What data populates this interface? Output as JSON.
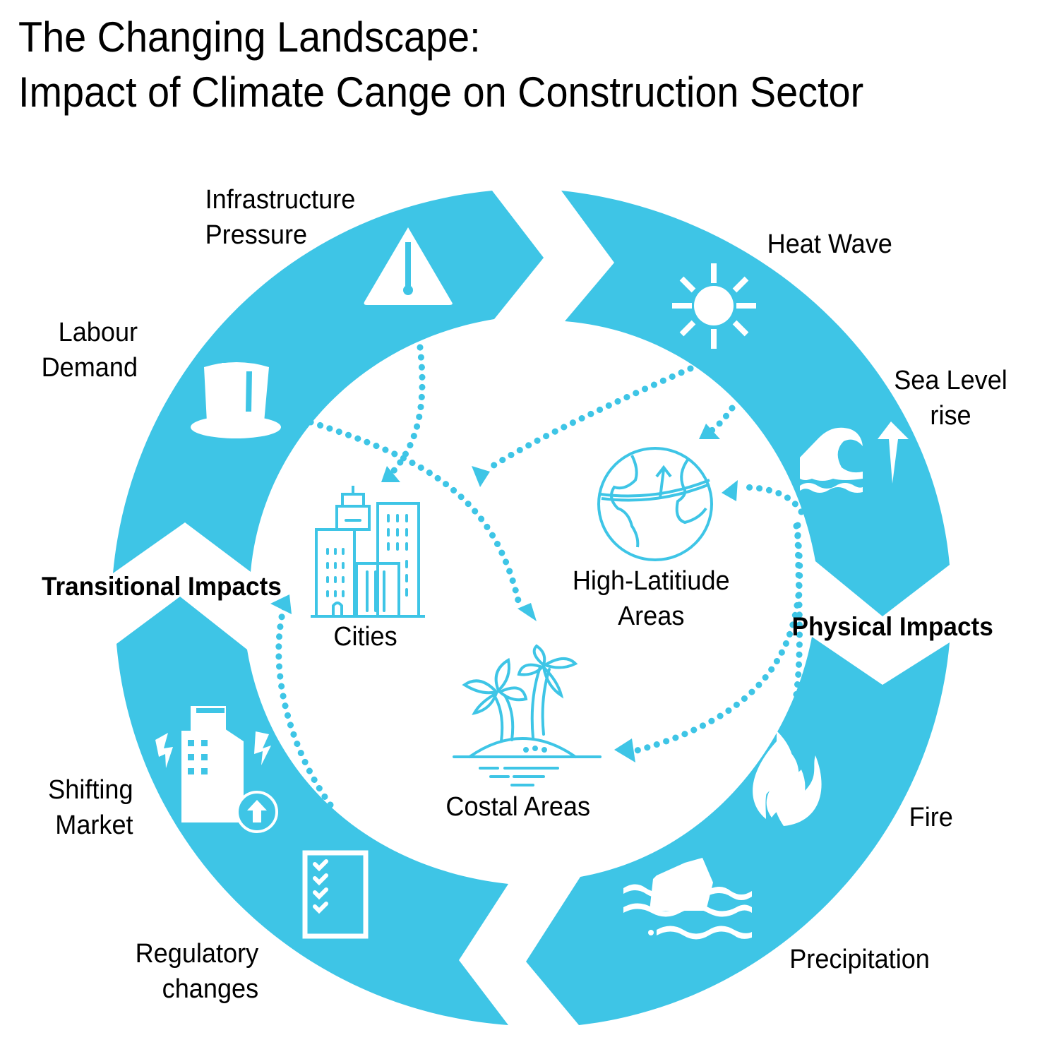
{
  "title": {
    "line1": "The Changing Landscape:",
    "line2": "Impact of Climate Cange on Construction Sector"
  },
  "colors": {
    "ring": "#3EC5E6",
    "icon": "#ffffff",
    "text": "#000000"
  },
  "categories": {
    "transitional": "Transitional Impacts",
    "physical": "Physical Impacts"
  },
  "ring_items": [
    {
      "id": "infrastructure",
      "line1": "Infrastructure",
      "line2": "Pressure",
      "icon": "warning-triangle-icon"
    },
    {
      "id": "labour",
      "line1": "Labour",
      "line2": "Demand",
      "icon": "top-hat-icon"
    },
    {
      "id": "heatwave",
      "line1": "Heat Wave",
      "icon": "sun-icon"
    },
    {
      "id": "sealevel",
      "line1": "Sea Level",
      "line2": "rise",
      "icon": "wave-up-arrow-icon"
    },
    {
      "id": "fire",
      "line1": "Fire",
      "icon": "flame-icon"
    },
    {
      "id": "precipitation",
      "line1": "Precipitation",
      "icon": "flooded-house-icon"
    },
    {
      "id": "shifting",
      "line1": "Shifting",
      "line2": "Market",
      "icon": "market-buildings-icon"
    },
    {
      "id": "regulatory",
      "line1": "Regulatory",
      "line2": "changes",
      "icon": "checklist-icon"
    }
  ],
  "areas": [
    {
      "id": "cities",
      "label": "Cities",
      "icon": "city-buildings-icon"
    },
    {
      "id": "highlat",
      "line1": "High-Latitiude",
      "line2": "Areas",
      "icon": "globe-icon"
    },
    {
      "id": "coastal",
      "label": "Costal Areas",
      "icon": "palm-island-icon"
    }
  ]
}
